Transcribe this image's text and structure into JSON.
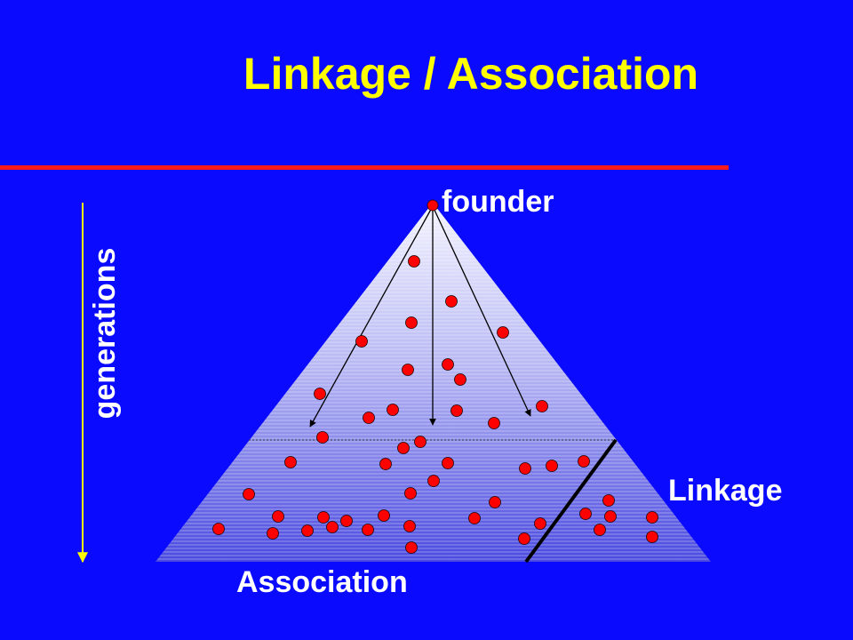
{
  "slide": {
    "title": "Linkage / Association",
    "labels": {
      "founder": "founder",
      "linkage": "Linkage",
      "association": "Association",
      "generations": "generations"
    },
    "colors": {
      "background": "#0a0aff",
      "title": "#ffff00",
      "rule": "#ff1a1a",
      "dot": "#ff0000",
      "label": "#ffffff",
      "generations_arrow": "#ffff00"
    }
  }
}
